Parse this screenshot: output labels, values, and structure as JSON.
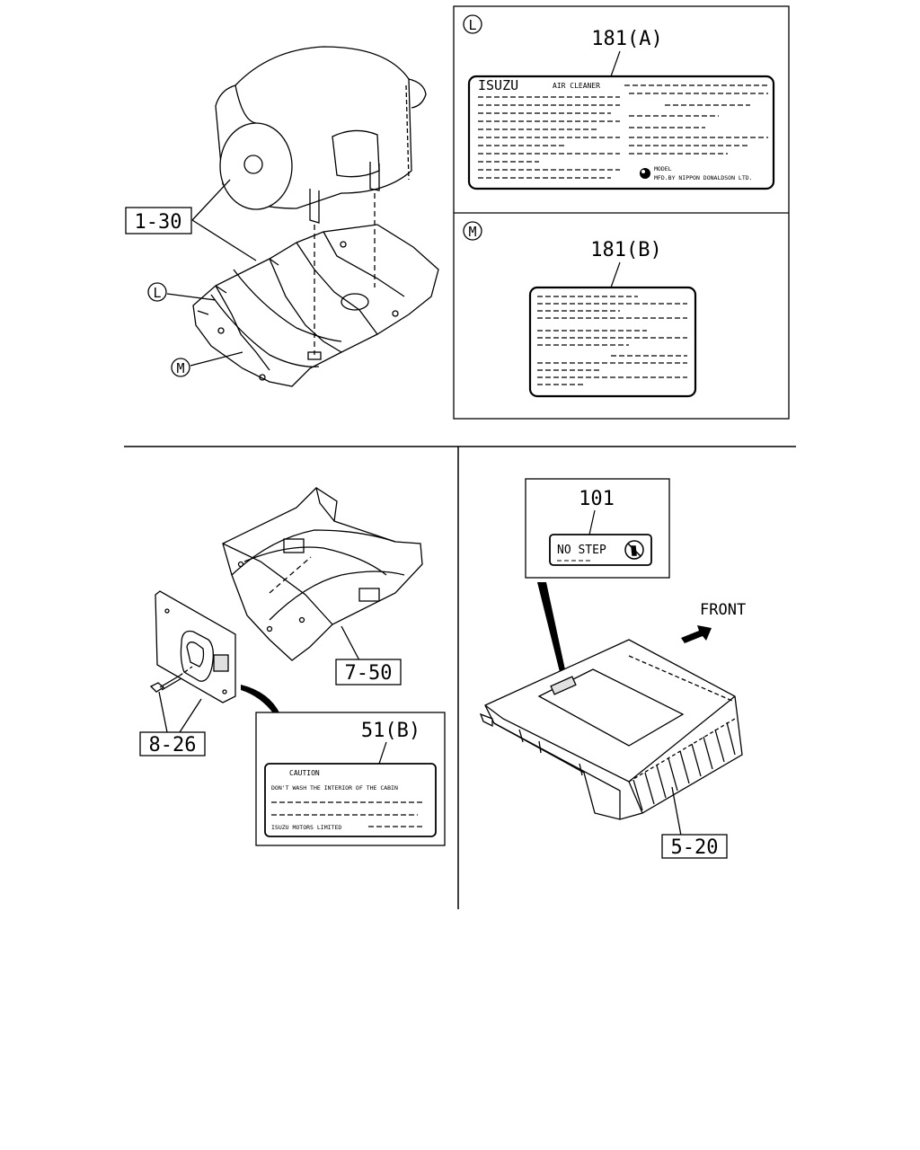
{
  "callouts": {
    "air_cleaner": "1-30",
    "floor": "7-50",
    "bolt": "8-26",
    "battery_cover": "5-20"
  },
  "markers": {
    "l": "L",
    "m": "M"
  },
  "labels": {
    "a_ref": "181(A)",
    "b_ref": "181(B)",
    "caution_ref": "51(B)",
    "step_ref": "101",
    "front": "FRONT"
  },
  "label_a": {
    "brand": "ISUZU",
    "product": "AIR CLEANER",
    "model": "MODEL",
    "maker": "MFD.BY NIPPON DONALDSON LTD."
  },
  "caution_label": {
    "heading": "CAUTION",
    "line1": "DON'T WASH THE INTERIOR OF THE CABIN",
    "company": "ISUZU MOTORS LIMITED"
  },
  "step_label": {
    "text": "NO STEP"
  },
  "icons": [
    "no-step-icon",
    "front-arrow-icon"
  ],
  "colors": {
    "ink": "#000000",
    "paper": "#ffffff",
    "fill": "#e0e0e0"
  }
}
